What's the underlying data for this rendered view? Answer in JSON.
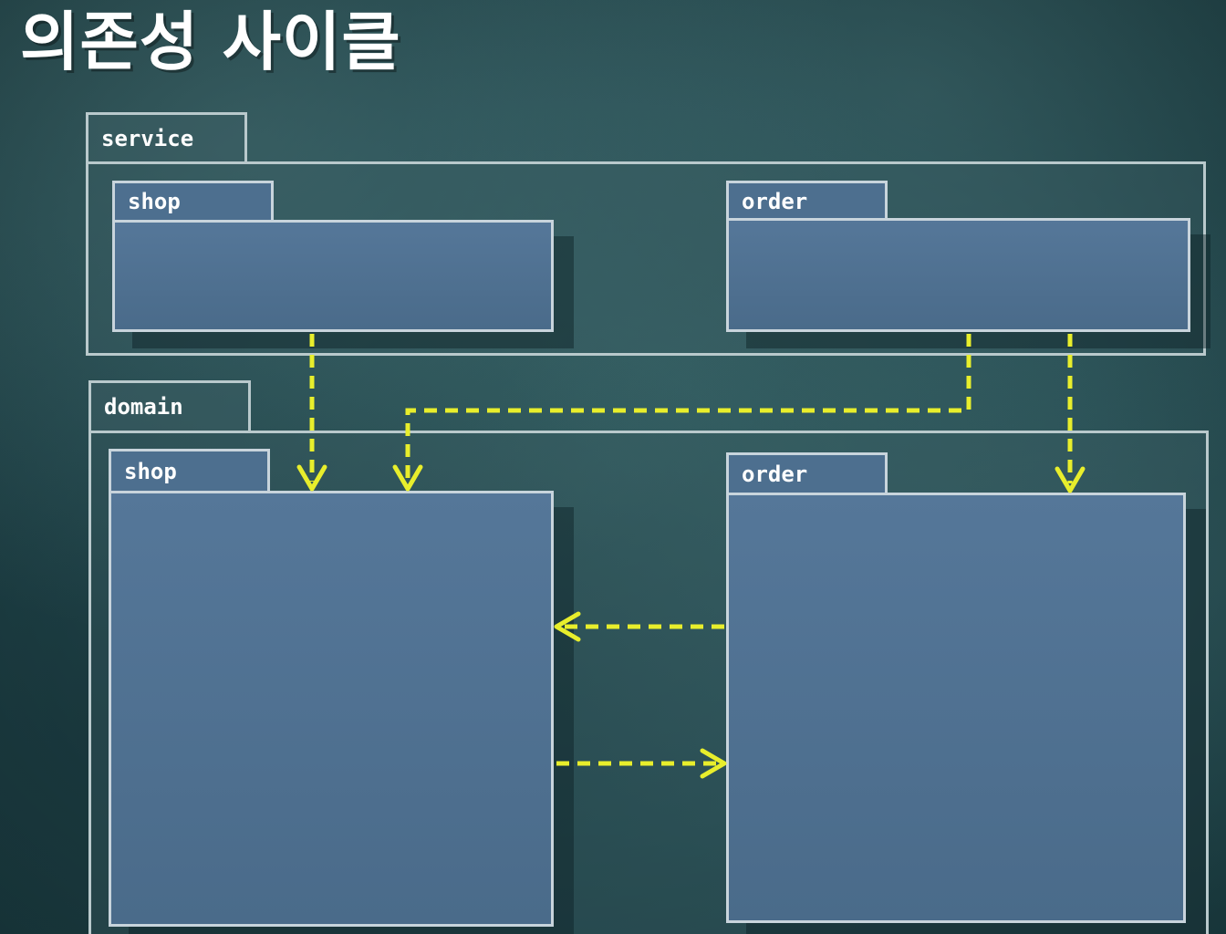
{
  "title": "의존성 사이클",
  "colors": {
    "background": "#234a50",
    "package_border": "#b9c9cc",
    "inner_package_fill": "#4d6f8f",
    "arrow": "#e8ee2c",
    "title_text": "#ffffff"
  },
  "packages": {
    "service": {
      "label": "service",
      "shop": {
        "label": "shop"
      },
      "order": {
        "label": "order"
      }
    },
    "domain": {
      "label": "domain",
      "shop": {
        "label": "shop"
      },
      "order": {
        "label": "order"
      }
    }
  },
  "dependencies": [
    {
      "from": "service.shop",
      "to": "domain.shop",
      "style": "dashed"
    },
    {
      "from": "service.order",
      "to": "domain.shop",
      "style": "dashed"
    },
    {
      "from": "service.order",
      "to": "domain.order",
      "style": "dashed"
    },
    {
      "from": "domain.order",
      "to": "domain.shop",
      "style": "dashed"
    },
    {
      "from": "domain.shop",
      "to": "domain.order",
      "style": "dashed"
    }
  ]
}
